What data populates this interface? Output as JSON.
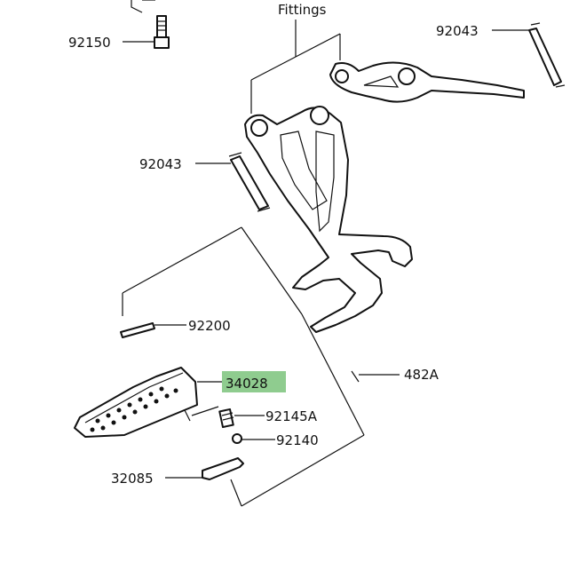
{
  "labels": {
    "fittings": "Fittings",
    "p92150": "92150",
    "p92043_top": "92043",
    "p92043_mid": "92043",
    "p92200": "92200",
    "p34028": "34028",
    "p482a": "482A",
    "p92145a": "92145A",
    "p92140": "92140",
    "p32085": "32085"
  },
  "highlight": {
    "part": "34028",
    "color": "#8fcc8f"
  }
}
